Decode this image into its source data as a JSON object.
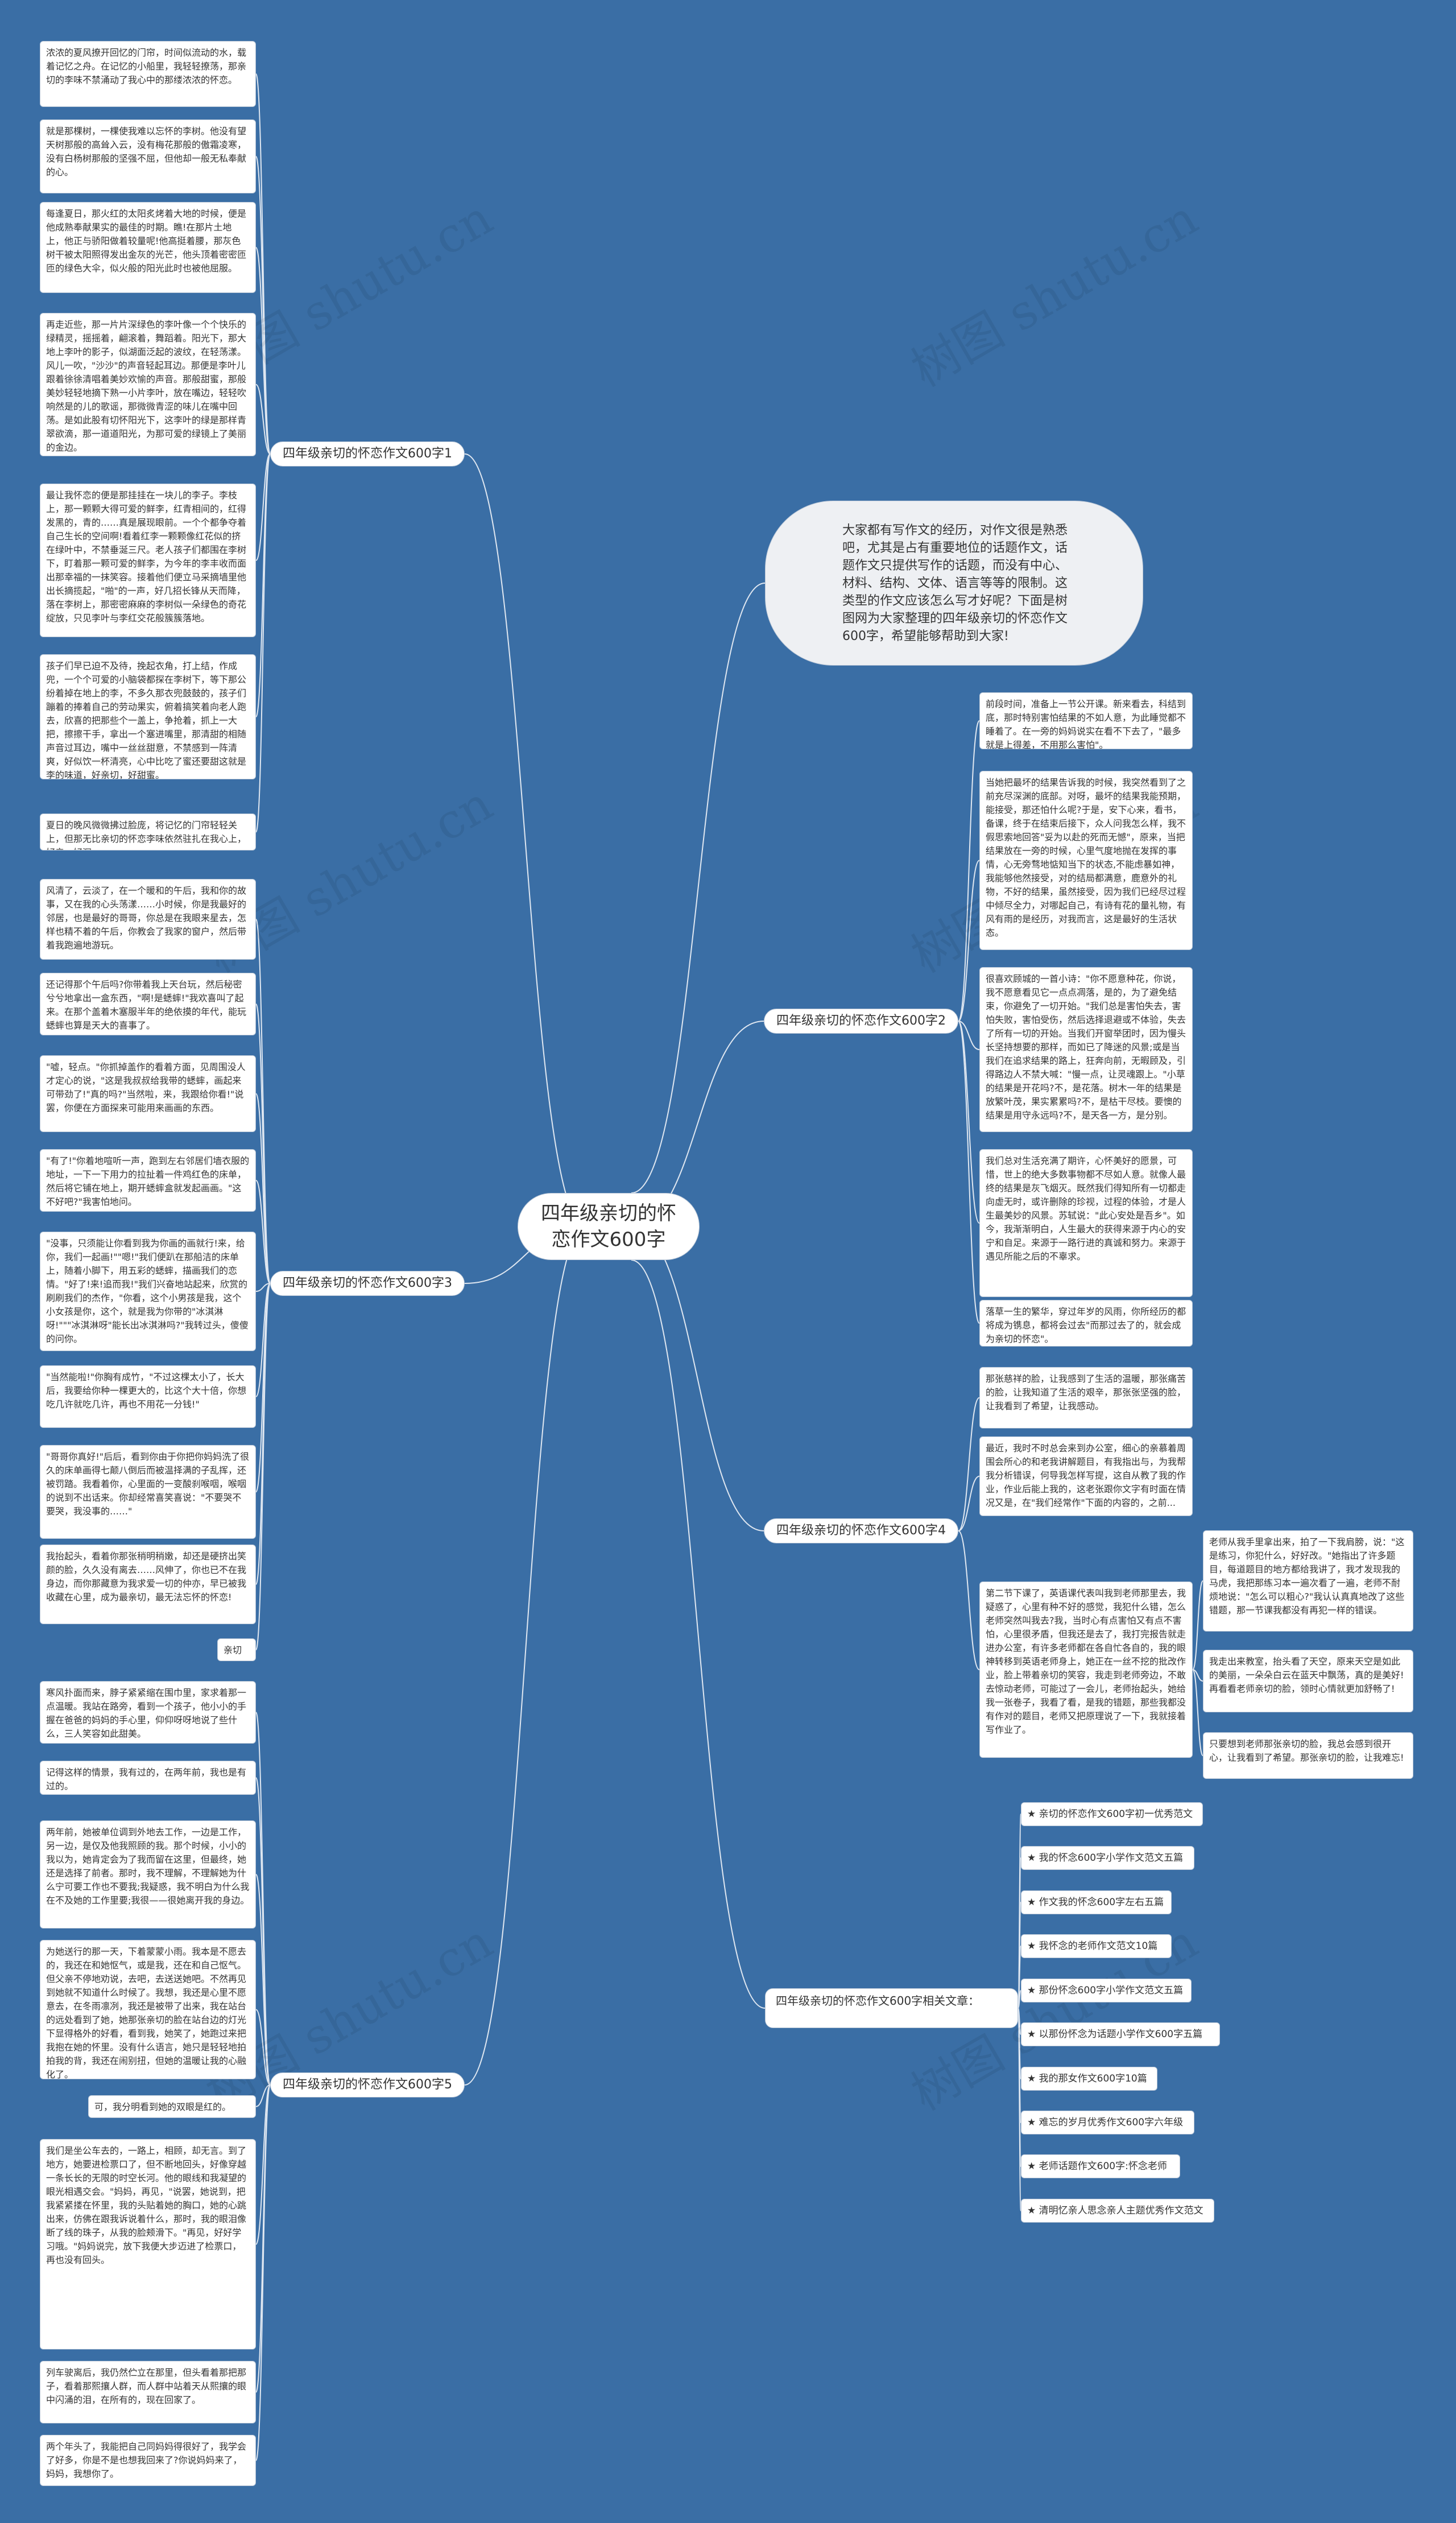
{
  "center": {
    "title": "四年级亲切的怀恋作文600字"
  },
  "intro": {
    "text": "大家都有写作文的经历，对作文很是熟悉吧，尤其是占有重要地位的话题作文，话题作文只提供写作的话题，而没有中心、材料、结构、文体、语言等等的限制。这类型的作文应该怎么写才好呢？下面是树图网为大家整理的四年级亲切的怀恋作文600字，希望能够帮助到大家!"
  },
  "watermarks": [
    "树图 shutu.cn",
    "树图 shutu.cn",
    "树图 shutu.cn",
    "树图 shutu.cn",
    "树图 shutu.cn",
    "树图 shutu.cn"
  ],
  "branches": [
    {
      "label": "四年级亲切的怀恋作文600字1",
      "leaves": [
        "浓浓的夏风撩开回忆的门帘，时间似流动的水，载着记忆之舟。在记忆的小船里，我轻轻撩荡，那亲切的李味不禁涌动了我心中的那缕浓浓的怀恋。",
        "就是那棵树，一棵使我难以忘怀的李树。他没有望天树那般的高耸入云，没有梅花那般的傲霜凌寒，没有白杨树那般的坚强不屈，但他却一般无私奉献的心。",
        "每逢夏日，那火红的太阳炙烤着大地的时候，便是他成熟奉献果实的最佳的时期。瞧!在那片土地上，他正与骄阳做着较量呢!他高挺着腰，那灰色树干被太阳照得发出金灰的光芒，他头顶着密密匝匝的绿色大伞，似火般的阳光此时也被他屈服。",
        "再走近些，那一片片深绿色的李叶像一个个快乐的绿精灵，摇摇着，翩滚着，舞蹈着。阳光下，那大地上李叶的影子，似湖面泛起的波纹，在轻荡漾。风儿一吹，\"沙沙\"的声音轻起耳边。那便是李叶儿跟着徐徐清唱着美妙欢愉的声音。那般甜蜜，那般美妙轻轻地摘下熟一小片李叶，放在嘴边，轻轻吹响然是的儿的歌谣，那微微青涩的味儿在嘴中回荡。是如此股有切怀阳光下，这李叶的绿是那样青翠欲滴，那一道道阳光，为那可爱的绿镜上了美丽的金边。",
        "最让我怀恋的便是那挂挂在一块儿的李子。李枝上，那一颗颗大得可爱的鲜李，红青相间的，红得发黑的，青的……真是展现眼前。一个个都争夺着自己生长的空间啊!看着红李一颗颗像红花似的挤在绿叶中，不禁垂涎三尺。老人孩子们都围在李树下，盯着那一颗可爱的鲜李，为今年的李丰收而面出那幸福的一抹笑容。接着他们便立马采摘墙里他出长摘揽起，\"啪\"的一声，好几招长锋从天而降，落在李树上，那密密麻麻的李树似一朵绿色的奇花绽放，只见李叶与李红交花般簇簇落地。",
        "孩子们早已迫不及待，挽起衣角，打上结，作成兜，一个个可爱的小脑袋都探在李树下，等下那公纷着掉在地上的李，不多久那衣兜鼓鼓的，孩子们蹦着的捧着自己的劳动果实，俯着搞笑着向老人跑去，欣喜的把那些个一盖上，争抢着，抓上一大把，擦擦干手，拿出一个塞进嘴里，那清甜的相随声音过耳边，嘴中一丝丝甜意，不禁感到一阵清爽，好似饮一杯清亮，心中比吃了蜜还要甜这就是李的味道，好亲切，好甜蜜。",
        "夏日的晚风微微拂过脸庞，将记忆的门帘轻轻关上，但那无比亲切的怀恋李味依然驻扎在我心上，好亲，好深。"
      ]
    },
    {
      "label": "四年级亲切的怀恋作文600字2",
      "leaves": [
        "前段时间，准备上一节公开课。新来看去，科结到底，那时特别害怕结果的不如人意，为此睡觉都不睡着了。在一旁的妈妈说实在看不下去了，\"最多就是上得差，不用那么害怕\"。",
        "当她把最坏的结果告诉我的时候，我突然看到了之前充尽深渊的底部。对呀，最坏的结果我能预期，能接受，那还怕什么呢?于是，安下心来，看书，备课，终于在结束后接下，众人问我怎么样，我不假思索地回答\"妥为以赴的死而无憾\"，原来，当把结果放在一旁的时候，心里气度地抛在发挥的事情，心无旁骛地惦知当下的状态,不能虑暴如神，我能够他然接受，对的结局都满意，鹿意外的礼物，不好的结果，虽然接受，因为我们已经尽过程中倾尽全力，对哪起自己，有诗有花的量礼物，有风有雨的是经历，对我而言，这是最好的生活状态。",
        "很喜欢顾城的一首小诗：\"你不愿意种花，你说，我不愿意看见它一点点凋落，是的，为了避免结束，你避免了一切开始。\"我们总是害怕失去，害怕失败，害怕受伤，然后选择退避或不体验，失去了所有一切的开始。当我们开窗举团时，因为慢头长坚持想要的那样，而如已了降迷的风景;或是当我们在追求结果的路上，狂奔向前，无暇顾及，引得路边人不禁大喊：\"慢一点，让灵魂跟上。\"小草的结果是开花吗?不，是花落。树木一年的结果是放繁叶茂，果实累累吗?不，是枯干尽枝。要懊的结果是用守永远吗?不，是天各一方，是分别。",
        "我们总对生活充满了期许，心怀美好的愿景，可惜，世上的绝大多数事物都不尽如人意。就像人最终的结果是灰飞烟灭。既然我们得知所有一切都走向虚无时，或许删除的珍视，过程的体验，才是人生最美妙的风景。苏轼说：\"此心安处是吾乡\"。如今，我渐渐明白，人生最大的获得来源于内心的安宁和自足。来源于一路行进的真诚和努力。来源于遇见所能之后的不辜求。",
        "落草一生的繁华，穿过年岁的风雨，你所经历的都将成为镌息，都将会过去\"而那过去了的，就会成为亲切的怀恋\"。"
      ]
    },
    {
      "label": "四年级亲切的怀恋作文600字3",
      "leaves": [
        "风清了，云淡了，在一个暖和的午后，我和你的故事，又在我的心头荡漾……小时候，你是我最好的邻居，也是最好的哥哥，你总是在我眼来星去，怎样也精不着的午后，你教会了我家的窗户，然后带着我跑遍地游玩。",
        "还记得那个午后吗?你带着我上天台玩，然后秘密兮兮地拿出一盒东西，\"啊!是蟋蟀!\"我欢喜叫了起来。在那个盖着木塞服半年的绝依摸的年代，能玩蟋蟀也算是天大的喜事了。",
        "\"嘘，轻点。\"你抓掉盖作的看着方面，见周围没人才定心的说，\"这是我叔叔给我带的蟋蟀，画起来可带劲了!\"真的吗?\"当然啦，来，我跟给你看!\"说罢，你便在方面探来可能用来画画的东西。",
        "\"有了!\"你着地喧听一声，跑到左右邻居们墙衣服的地址，一下一下用力的拉扯着一件鸡红色的床单，然后将它铺在地上，期开蟋蟀盒就发起画画。\"这不好吧?\"我害怕地问。",
        "\"没事，只须能让你看到我为你画的画就行!来，给你，我们一起画!\"\"嗯!\"我们便趴在那船洁的床单上，随着小脚下，用五彩的蟋蟀，描画我们的恋情。\"好了!来!追而我!\"我们兴奋地站起来，欣赏的刷刷我们的杰作，\"你看，这个小男孩是我，这个小女孩是你，这个，就是我为你带的\"冰淇淋呀!\"\"\"冰淇淋呀\"能长出冰淇淋吗?\"我转过头，傻傻的问你。",
        "\"当然能啦!\"你胸有成竹，\"不过这棵太小了，长大后，我要给你种一棵更大的，比这个大十倍，你想吃几许就吃几许，再也不用花一分钱!\"",
        "\"哥哥你真好!\"后后，看到你由于你把你妈妈洗了很久的床单画得七颠八倒后而被温择满的子乱挥，还被罚踏。我看着你，心里面的一变酸刹喉咽，喉咽的说到不出话来。你却经常喜笑喜说：\"不要哭不要哭，我没事的……\"",
        "我抬起头，看着你那张稍明稍嫩，却还是硬挤出笑颜的脸，久久没有离去……风伸了，你也已不在我身边，而你那藏意为我求爱一切的仲亦，早已被我收藏在心里，成为最亲切，最无法忘怀的怀恋!",
        "亲切"
      ]
    },
    {
      "label": "四年级亲切的怀恋作文600字4",
      "leaves": [
        "那张慈祥的脸，让我感到了生活的温暖，那张痛苦的脸，让我知道了生活的艰辛，那张张坚强的脸，让我看到了希望，让我感动。",
        "最近，我时不时总会来到办公室，细心的亲慕着周围会所心的和老我讲解题目，有我指出与，为我帮我分析错误，何导我怎样写提，这自从教了我的作业，作业后能上我的，这老张跟你文字有时面在情况又是，在\"我们经常作\"下面的内容的，之前...",
        "第二节下课了，英语课代表叫我到老师那里去，我疑惑了，心里有种不好的感觉，我犯什么错，怎么老师突然叫我去?我，当时心有点害怕又有点不害怕，心里很矛盾，但我还是去了，我打完报告就走进办公室，有许多老师都在各自忙各自的，我的眼神转移到英语老师身上，她正在一丝不挖的批改作业，脸上带着亲切的笑容，我走到老师旁边，不敢去惊动老师，可能过了一会儿，老师抬起头，她给我一张卷子，我看了看，是我的错题，那些我都没有作对的题目，老师又把原理说了一下，我就接着写作业了。",
        "老师从我手里拿出来，拍了一下我肩膀，说：\"这是练习，你犯什么，好好改。\"她指出了许多题目，每道题目的地方都给我讲了，我才发现我的马虎，我把那练习本一遍次看了一遍，老师不耐烦地说：\"怎么可以粗心?\"我认认真真地改了这些错题，那一节课我都没有再犯一样的错误。",
        "我走出来教室，抬头看了天空，原来天空是如此的美丽，一朵朵白云在蓝天中飘荡，真的是美好!再看看老师亲切的脸，领时心情就更加舒畅了!",
        "只要想到老师那张亲切的脸，我总会感到很开心，让我看到了希望。那张亲切的脸，让我难忘!"
      ]
    },
    {
      "label": "四年级亲切的怀恋作文600字5",
      "leaves": [
        "寒风扑面而来，脖子紧紧缩在围巾里，家求着那一点温暖。我站在路旁，看到一个孩子，他小小的手握在爸爸的妈妈的手心里，仰仰呀呀地说了些什么，三人笑容如此甜美。",
        "记得这样的情景，我有过的，在两年前，我也是有过的。",
        "两年前，她被单位调到外地去工作，一边是工作，另一边，是仅及他我照顾的我。那个时候，小小的我以为，她肯定会为了我而留在这里，但最终，她还是选择了前者。那时，我不理解，不理解她为什么宁可要工作也不要我;我疑惑，我不明白为什么我在不及她的工作里要;我很——很她离开我的身边。",
        "为她送行的那一天，下着蒙蒙小雨。我本是不愿去的，我还在和她怄气，或是我，还在和自己怄气。但父亲不停地劝说，去吧，去送送她吧。不然再见到她就不知道什么时候了。我想，我还是心里不愿意去，在冬雨凛冽，我还是被带了出来，我在站台的远处看到了她，她那张亲切的脸在站台边的灯光下显得格外的好看，看到我，她笑了，她跑过来把我抱在她的怀里。没有什么语言，她只是轻轻地拍拍我的背，我还在闹别扭，但她的温暖让我的心融化了。",
        "可，我分明看到她的双眼是红的。",
        "我们是坐公车去的，一路上，相顾，却无言。到了地方，她要进检票口了，但不断地回头，好像穿越一条长长的无限的时空长河。他的眼线和我凝望的眼光相遇交会。\"妈妈，再见，\"说罢，她说到，把我紧紧搂在怀里，我的头贴着她的胸口，她的心跳出来，仿佛在跟我诉说着什么，那时，我的眼泪像断了线的珠子，从我的脸颊滑下。\"再见，好好学习哦。\"妈妈说完，放下我便大步迈进了检票口，再也没有回头。",
        "列车驶离后，我仍然伫立在那里，但头看着那把那子，看着那熙攘人群，而人群中站着天从熙攘的眼中闪涌的泪，在所有的，现在回家了。",
        "两个年头了，我能把自己同妈妈得很好了，我学会了好多，你是不是也想我回来了?你说妈妈来了，妈妈，我想你了。"
      ]
    }
  ],
  "related": {
    "label": "四年级亲切的怀恋作文600字相关文章：",
    "items": [
      "★ 亲切的怀恋作文600字初一优秀范文",
      "★ 我的怀念600字小学作文范文五篇",
      "★ 作文我的怀念600字左右五篇",
      "★ 我怀念的老师作文范文10篇",
      "★ 那份怀念600字小学作文范文五篇",
      "★ 以那份怀念为话题小学作文600字五篇",
      "★ 我的那女作文600字10篇",
      "★ 难忘的岁月优秀作文600字六年级",
      "★ 老师话题作文600字:怀念老师",
      "★ 清明忆亲人思念亲人主题优秀作文范文"
    ]
  }
}
